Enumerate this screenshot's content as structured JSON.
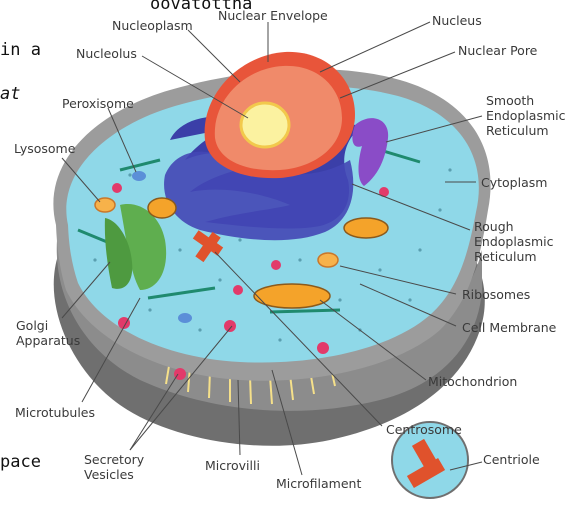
{
  "background_text": {
    "line1": "oovatottha",
    "line2": "in a",
    "line3": "at",
    "line4": "pace"
  },
  "labels": {
    "nuclear_envelope": "Nuclear Envelope",
    "nucleoplasm": "Nucleoplasm",
    "nucleus": "Nucleus",
    "nucleolus": "Nucleolus",
    "nuclear_pore": "Nuclear Pore",
    "peroxisome": "Peroxisome",
    "smooth_er": [
      "Smooth",
      "Endoplasmic",
      "Reticulum"
    ],
    "lysosome": "Lysosome",
    "cytoplasm": "Cytoplasm",
    "rough_er": [
      "Rough",
      "Endoplasmic",
      "Reticulum"
    ],
    "ribosomes": "Ribosomes",
    "golgi": [
      "Golgi",
      "Apparatus"
    ],
    "cell_membrane": "Cell Membrane",
    "mitochondrion": "Mitochondrion",
    "microtubules": "Microtubules",
    "centrosome": "Centrosome",
    "centriole": "Centriole",
    "secretory_vesicles": [
      "Secretory",
      "Vesicles"
    ],
    "microvilli": "Microvilli",
    "microfilament": "Microfilament"
  },
  "colors": {
    "cytoplasm": "#8fd8e8",
    "membrane": "#7d7d7d",
    "nuclear_envelope": "#e8553a",
    "nucleoplasm": "#f08a6a",
    "nucleolus": "#fbf2a0",
    "rough_er": "#3b3fa8",
    "smooth_er": "#8a4cc7",
    "golgi": "#5fae4f",
    "mitochondrion": "#f4a32a",
    "centrosome": "#e0522c",
    "lysosome": "#f7b24a",
    "vesicle": "#e23a6a",
    "leader_line": "#4a4a4a"
  }
}
